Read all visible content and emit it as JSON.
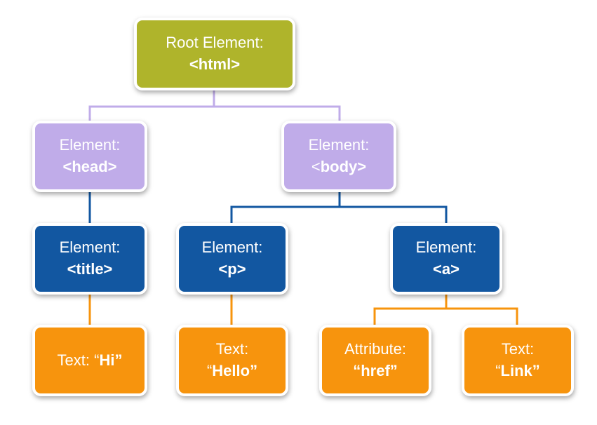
{
  "colors": {
    "root_fill": "#afb42b",
    "level1_fill": "#c0ace9",
    "level2_fill": "#1257a1",
    "leaf_fill": "#f7940d",
    "root_connector": "#c0ace9",
    "level1_connector": "#1257a1",
    "level2_connector": "#f7940d"
  },
  "nodes": {
    "root": {
      "line1": "Root Element:",
      "line2": "<html>"
    },
    "head": {
      "line1": "Element:",
      "line2": "<head>"
    },
    "body": {
      "line1": "Element:",
      "line2_prefix": "<",
      "line2_bold": "body",
      "line2_suffix": ">"
    },
    "title": {
      "line1": "Element:",
      "line2": "<title>"
    },
    "p": {
      "line1": "Element:",
      "line2": "<p>"
    },
    "a": {
      "line1": "Element:",
      "line2": "<a>"
    },
    "text_hi": {
      "prefix": "Text: “",
      "bold": "Hi",
      "suffix": "”"
    },
    "text_hello": {
      "line1": "Text:",
      "prefix": "“",
      "bold": "Hello",
      "suffix": "”"
    },
    "attr_href": {
      "line1": "Attribute:",
      "line2": "“href”"
    },
    "text_link": {
      "line1": "Text:",
      "prefix": "“",
      "bold": "Link",
      "suffix": "”"
    }
  }
}
